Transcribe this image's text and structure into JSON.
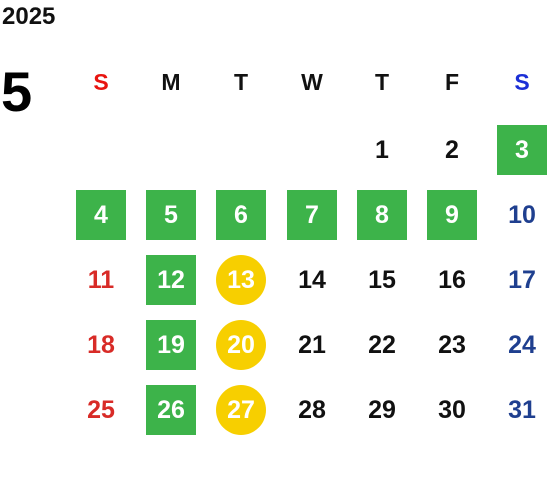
{
  "year": "2025",
  "month": "5",
  "weekdays": [
    {
      "label": "S",
      "color": "#e8140f"
    },
    {
      "label": "M",
      "color": "#111111"
    },
    {
      "label": "T",
      "color": "#111111"
    },
    {
      "label": "W",
      "color": "#111111"
    },
    {
      "label": "T",
      "color": "#111111"
    },
    {
      "label": "F",
      "color": "#111111"
    },
    {
      "label": "S",
      "color": "#1b2fd6"
    }
  ],
  "colors": {
    "closed_green": "#3db34a",
    "special_yellow": "#f7cf00",
    "sunday_red": "#d82b27",
    "saturday_blue": "#1f3f8f"
  },
  "weeks": [
    [
      {
        "day": "",
        "style": ""
      },
      {
        "day": "",
        "style": ""
      },
      {
        "day": "",
        "style": ""
      },
      {
        "day": "",
        "style": ""
      },
      {
        "day": "1",
        "style": ""
      },
      {
        "day": "2",
        "style": ""
      },
      {
        "day": "3",
        "style": "green"
      }
    ],
    [
      {
        "day": "4",
        "style": "green"
      },
      {
        "day": "5",
        "style": "green"
      },
      {
        "day": "6",
        "style": "green"
      },
      {
        "day": "7",
        "style": "green"
      },
      {
        "day": "8",
        "style": "green"
      },
      {
        "day": "9",
        "style": "green"
      },
      {
        "day": "10",
        "style": ""
      }
    ],
    [
      {
        "day": "11",
        "style": ""
      },
      {
        "day": "12",
        "style": "green"
      },
      {
        "day": "13",
        "style": "yellow"
      },
      {
        "day": "14",
        "style": ""
      },
      {
        "day": "15",
        "style": ""
      },
      {
        "day": "16",
        "style": ""
      },
      {
        "day": "17",
        "style": ""
      }
    ],
    [
      {
        "day": "18",
        "style": ""
      },
      {
        "day": "19",
        "style": "green"
      },
      {
        "day": "20",
        "style": "yellow"
      },
      {
        "day": "21",
        "style": ""
      },
      {
        "day": "22",
        "style": ""
      },
      {
        "day": "23",
        "style": ""
      },
      {
        "day": "24",
        "style": ""
      }
    ],
    [
      {
        "day": "25",
        "style": ""
      },
      {
        "day": "26",
        "style": "green"
      },
      {
        "day": "27",
        "style": "yellow"
      },
      {
        "day": "28",
        "style": ""
      },
      {
        "day": "29",
        "style": ""
      },
      {
        "day": "30",
        "style": ""
      },
      {
        "day": "31",
        "style": ""
      }
    ]
  ]
}
